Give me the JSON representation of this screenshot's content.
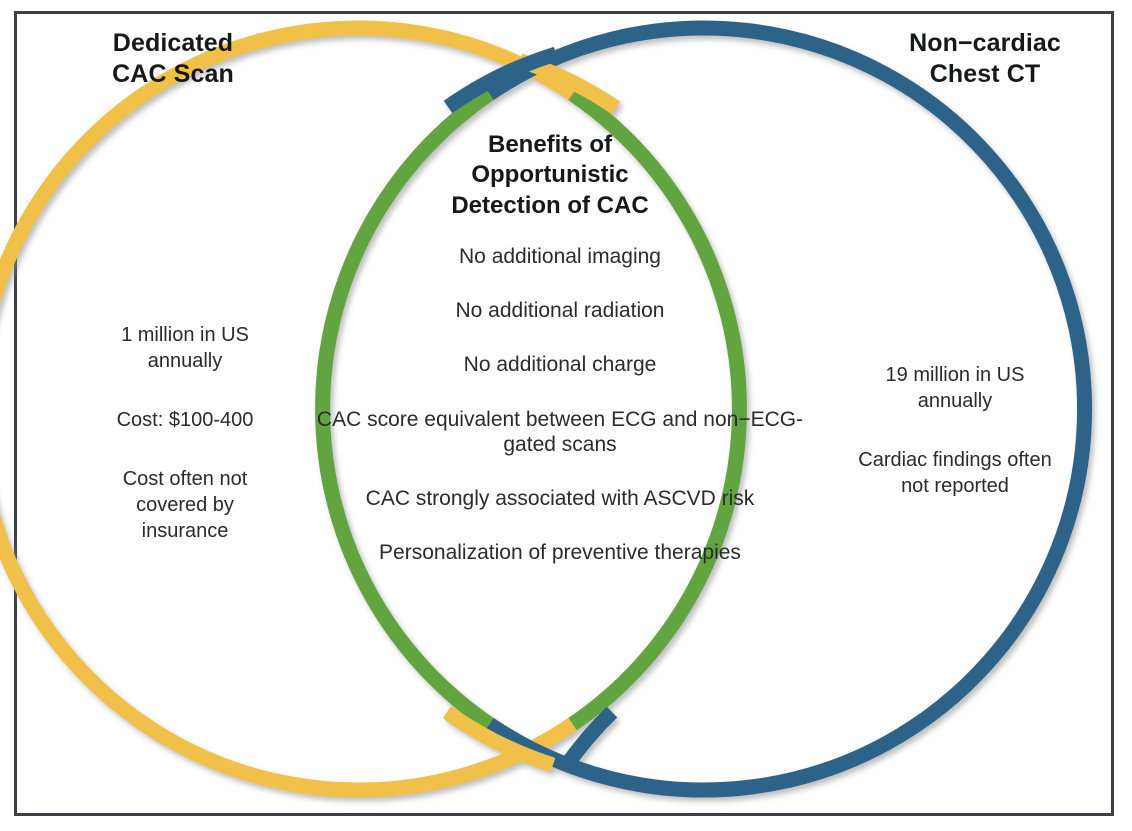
{
  "figure": {
    "type": "venn-diagram",
    "border_color": "#3b4047",
    "background": "#ffffff"
  },
  "circles": {
    "left": {
      "label": "Dedicated CAC Scan",
      "color": "#f1c04a",
      "color_name": "yellow"
    },
    "right": {
      "label": "Non−cardiac Chest CT",
      "color": "#2e6389",
      "color_name": "blue"
    },
    "overlap": {
      "color": "#62a53f",
      "color_name": "green"
    }
  },
  "left_panel": {
    "title_line1": "Dedicated",
    "title_line2": "CAC Scan",
    "items": [
      "1 million in US annually",
      "Cost: $100-400",
      "Cost often not covered by insurance"
    ]
  },
  "right_panel": {
    "title_line1": "Non−cardiac",
    "title_line2": "Chest CT",
    "items": [
      "19 million in US annually",
      "Cardiac findings often not reported"
    ]
  },
  "center_panel": {
    "title_line1": "Benefits of",
    "title_line2": "Opportunistic",
    "title_line3": "Detection of CAC",
    "items": [
      "No additional imaging",
      "No additional radiation",
      "No additional charge",
      "CAC score equivalent between ECG and non−ECG-gated scans",
      "CAC strongly associated with ASCVD risk",
      "Personalization of preventive therapies"
    ]
  }
}
